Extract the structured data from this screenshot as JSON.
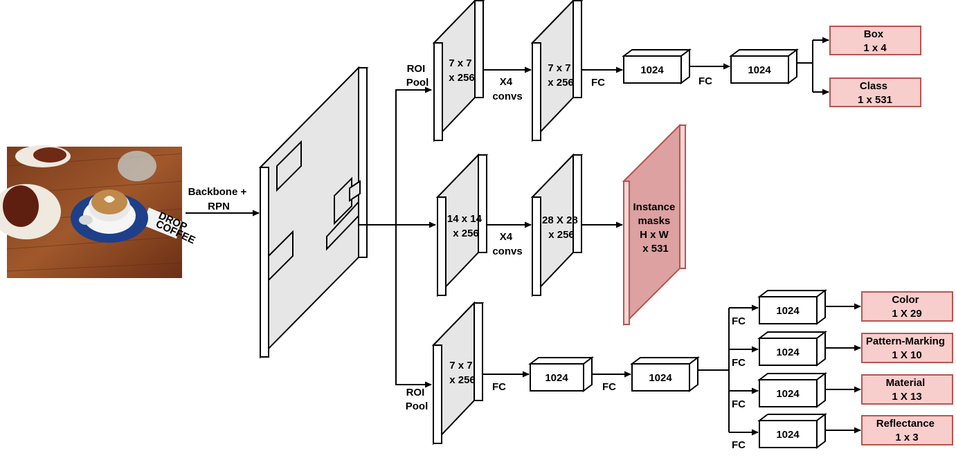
{
  "colors": {
    "plane_fill": "#e6e6e6",
    "plane_side": "#ffffff",
    "output_fill": "#f8cecc",
    "output_stroke": "#b85450",
    "mask_fill": "#dca1a0",
    "box_fill": "#ffffff",
    "stroke": "#000000"
  },
  "input_image": {
    "icon": "coffee-photo",
    "sign_text": [
      "DROP",
      "COFFEE"
    ]
  },
  "backbone_label": [
    "Backbone +",
    "RPN"
  ],
  "roi_pool_top": [
    "ROI",
    "Pool"
  ],
  "roi_pool_bottom": [
    "ROI",
    "Pool"
  ],
  "box_head": {
    "in_dims": [
      "7 x 7",
      "x 256"
    ],
    "convs": [
      "X4",
      "convs"
    ],
    "out_dims": [
      "7 x 7",
      "x 256"
    ],
    "fc1_label": "FC",
    "fc1_box": "1024",
    "fc2_label": "FC",
    "fc2_box": "1024",
    "outputs": [
      {
        "title": "Box",
        "dims": "1 x 4"
      },
      {
        "title": "Class",
        "dims": "1 x 531"
      }
    ]
  },
  "mask_head": {
    "in_dims": [
      "14 x 14",
      "x 256"
    ],
    "convs": [
      "X4",
      "convs"
    ],
    "out_dims": [
      "28 X 28",
      "x 256"
    ],
    "output": [
      "Instance",
      "masks",
      "H x W",
      "x 531"
    ]
  },
  "attr_head": {
    "in_dims": [
      "7 x 7",
      "x 256"
    ],
    "fc1_label": "FC",
    "fc1_box": "1024",
    "fc2_label": "FC",
    "fc2_box": "1024",
    "branches": [
      {
        "fc": "FC",
        "box": "1024",
        "title": "Color",
        "dims": "1 X 29"
      },
      {
        "fc": "FC",
        "box": "1024",
        "title": "Pattern-Marking",
        "dims": "1 X 10"
      },
      {
        "fc": "FC",
        "box": "1024",
        "title": "Material",
        "dims": "1 X 13"
      },
      {
        "fc": "FC",
        "box": "1024",
        "title": "Reflectance",
        "dims": "1 x 3"
      }
    ]
  }
}
